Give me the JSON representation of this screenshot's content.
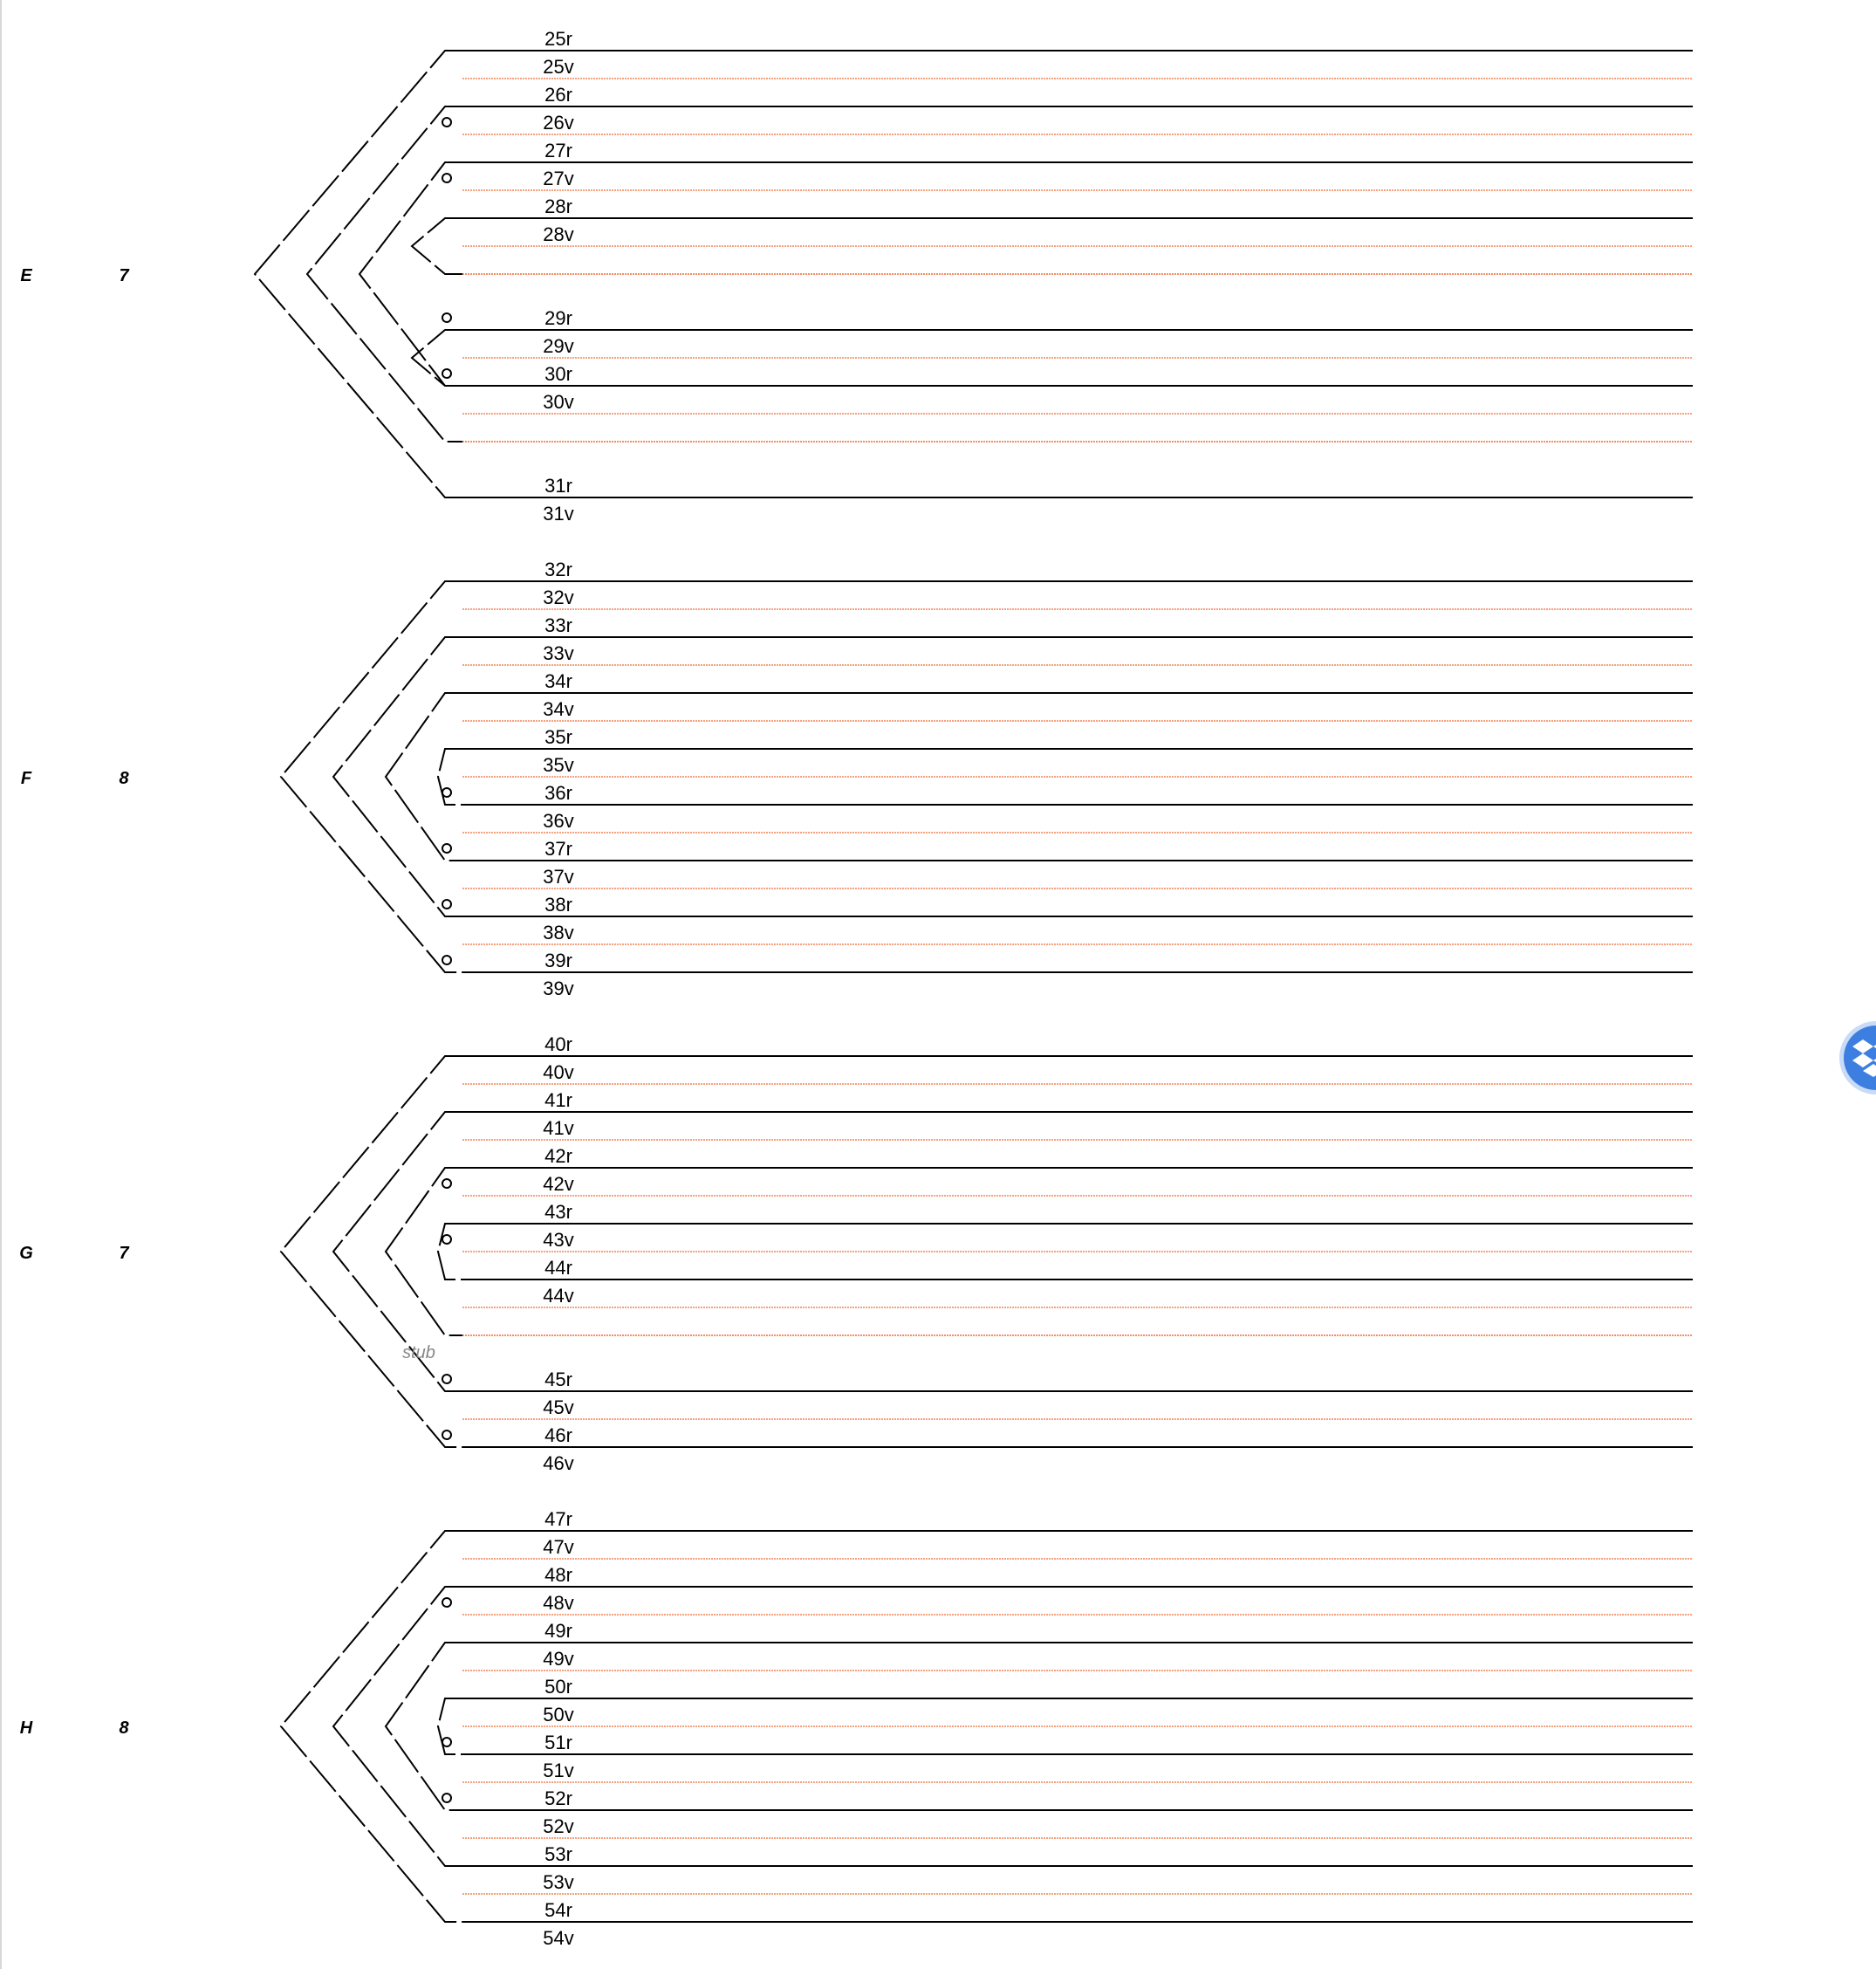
{
  "gatherings": [
    {
      "letter": "E",
      "count": "7",
      "leaves": [
        {
          "recto": "25r",
          "verso": "25v",
          "row": 0
        },
        {
          "recto": "26r",
          "verso": "26v",
          "row": 1
        },
        {
          "recto": "27r",
          "verso": "27v",
          "row": 2
        },
        {
          "recto": "28r",
          "verso": "28v",
          "row": 3
        },
        {
          "missing": true,
          "row": 4
        },
        {
          "recto": "29r",
          "verso": "29v",
          "row": 5
        },
        {
          "recto": "30r",
          "verso": "30v",
          "row": 6
        },
        {
          "missing": true,
          "row": 7
        },
        {
          "recto": "31r",
          "verso": "31v",
          "row": 8
        }
      ],
      "folds": [
        {
          "pair": [
            0,
            8
          ],
          "depth": 0
        },
        {
          "pair": [
            1,
            7
          ],
          "depth": 1
        },
        {
          "pair": [
            2,
            6
          ],
          "depth": 2
        },
        {
          "pair": [
            3,
            4
          ],
          "depth": 3
        },
        {
          "pair": [
            5,
            6
          ],
          "depth": 3,
          "nested": true
        }
      ],
      "singletons": [
        {
          "leaf": 1,
          "end": "top"
        },
        {
          "leaf": 2,
          "end": "top"
        },
        {
          "leaf": 5,
          "end": "bottom"
        },
        {
          "leaf": 6,
          "end": "bottom"
        }
      ]
    },
    {
      "letter": "F",
      "count": "8",
      "leaves": [
        {
          "recto": "32r",
          "verso": "32v",
          "row": 0
        },
        {
          "recto": "33r",
          "verso": "33v",
          "row": 1
        },
        {
          "recto": "34r",
          "verso": "34v",
          "row": 2
        },
        {
          "recto": "35r",
          "verso": "35v",
          "row": 3
        },
        {
          "recto": "36r",
          "verso": "36v",
          "row": 4
        },
        {
          "recto": "37r",
          "verso": "37v",
          "row": 5
        },
        {
          "recto": "38r",
          "verso": "38v",
          "row": 6
        },
        {
          "recto": "39r",
          "verso": "39v",
          "row": 7
        }
      ],
      "folds": [
        {
          "pair": [
            0,
            7
          ],
          "depth": 0
        },
        {
          "pair": [
            1,
            6
          ],
          "depth": 1
        },
        {
          "pair": [
            2,
            5
          ],
          "depth": 2
        },
        {
          "pair": [
            3,
            4
          ],
          "depth": 3
        }
      ],
      "singletons": [
        {
          "leaf": 4,
          "end": "bottom"
        },
        {
          "leaf": 5,
          "end": "bottom"
        },
        {
          "leaf": 6,
          "end": "bottom"
        },
        {
          "leaf": 7,
          "end": "bottom"
        }
      ]
    },
    {
      "letter": "G",
      "count": "7",
      "leaves": [
        {
          "recto": "40r",
          "verso": "40v",
          "row": 0
        },
        {
          "recto": "41r",
          "verso": "41v",
          "row": 1
        },
        {
          "recto": "42r",
          "verso": "42v",
          "row": 2
        },
        {
          "recto": "43r",
          "verso": "43v",
          "row": 3
        },
        {
          "recto": "44r",
          "verso": "44v",
          "row": 4
        },
        {
          "missing": true,
          "row": 5
        },
        {
          "recto": "45r",
          "verso": "45v",
          "row": 6
        },
        {
          "recto": "46r",
          "verso": "46v",
          "row": 7
        }
      ],
      "stub": "stub",
      "folds": [
        {
          "pair": [
            0,
            7
          ],
          "depth": 0
        },
        {
          "pair": [
            1,
            6
          ],
          "depth": 1
        },
        {
          "pair": [
            2,
            5
          ],
          "depth": 2,
          "stub": true
        },
        {
          "pair": [
            3,
            4
          ],
          "depth": 3
        }
      ],
      "singletons": [
        {
          "leaf": 2,
          "end": "top"
        },
        {
          "leaf": 3,
          "end": "top"
        },
        {
          "leaf": 6,
          "end": "bottom"
        },
        {
          "leaf": 7,
          "end": "bottom"
        }
      ]
    },
    {
      "letter": "H",
      "count": "8",
      "leaves": [
        {
          "recto": "47r",
          "verso": "47v",
          "row": 0
        },
        {
          "recto": "48r",
          "verso": "48v",
          "row": 1
        },
        {
          "recto": "49r",
          "verso": "49v",
          "row": 2
        },
        {
          "recto": "50r",
          "verso": "50v",
          "row": 3
        },
        {
          "recto": "51r",
          "verso": "51v",
          "row": 4
        },
        {
          "recto": "52r",
          "verso": "52v",
          "row": 5
        },
        {
          "recto": "53r",
          "verso": "53v",
          "row": 6
        },
        {
          "recto": "54r",
          "verso": "54v",
          "row": 7
        }
      ],
      "folds": [
        {
          "pair": [
            0,
            7
          ],
          "depth": 0
        },
        {
          "pair": [
            1,
            6
          ],
          "depth": 1
        },
        {
          "pair": [
            2,
            5
          ],
          "depth": 2
        },
        {
          "pair": [
            3,
            4
          ],
          "depth": 3
        }
      ],
      "singletons": [
        {
          "leaf": 1,
          "end": "top"
        },
        {
          "leaf": 4,
          "end": "bottom"
        },
        {
          "leaf": 5,
          "end": "bottom"
        }
      ]
    }
  ],
  "colors": {
    "leaf_line": "#000000",
    "separator": "#f06a35",
    "text": "#000000",
    "stub_text": "#888888",
    "badge": "#3d7fe0"
  },
  "icons": {
    "corner_badge": "dropbox-icon"
  }
}
